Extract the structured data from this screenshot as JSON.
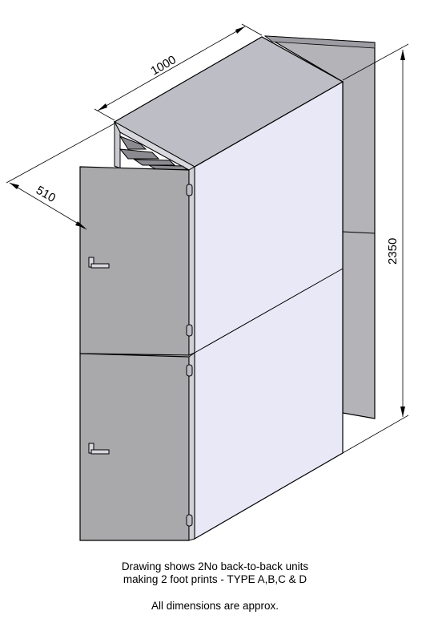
{
  "dimensions": {
    "width": "1000",
    "depth": "510",
    "height": "2350"
  },
  "caption": {
    "line1": "Drawing shows 2No back-to-back units",
    "line2": "making 2 foot prints - TYPE A,B,C & D",
    "note": "All dimensions are approx."
  },
  "colors": {
    "door": "#a9a9ab",
    "side_panel": "#e8e8f6",
    "top_panel": "#bdbdc6",
    "rear_panel": "#b3b3b8",
    "outline": "#000000"
  }
}
